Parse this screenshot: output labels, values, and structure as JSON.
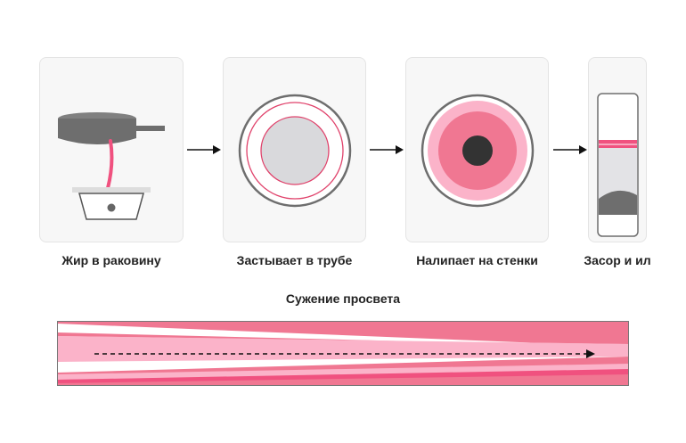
{
  "steps": [
    {
      "label": "Жир в раковину"
    },
    {
      "label": "Застывает в трубе"
    },
    {
      "label": "Налипает на стенки"
    },
    {
      "label": "Засор и ил"
    }
  ],
  "lumen": {
    "title": "Сужение просвета"
  },
  "colors": {
    "card_bg": "#f7f7f7",
    "grease_dark": "#6e6e6e",
    "pink": "#f0517f",
    "pink_light": "#fbb3c9",
    "pink_mid": "#f07792",
    "pipe_ring": "#6e6e6e",
    "clog_core": "#333333",
    "silt": "#d9d9dc"
  },
  "icons": [
    "frying-pan-icon",
    "sink-icon",
    "pipe-cross-section-icon",
    "arrow-right-icon",
    "pipe-tube-icon"
  ]
}
